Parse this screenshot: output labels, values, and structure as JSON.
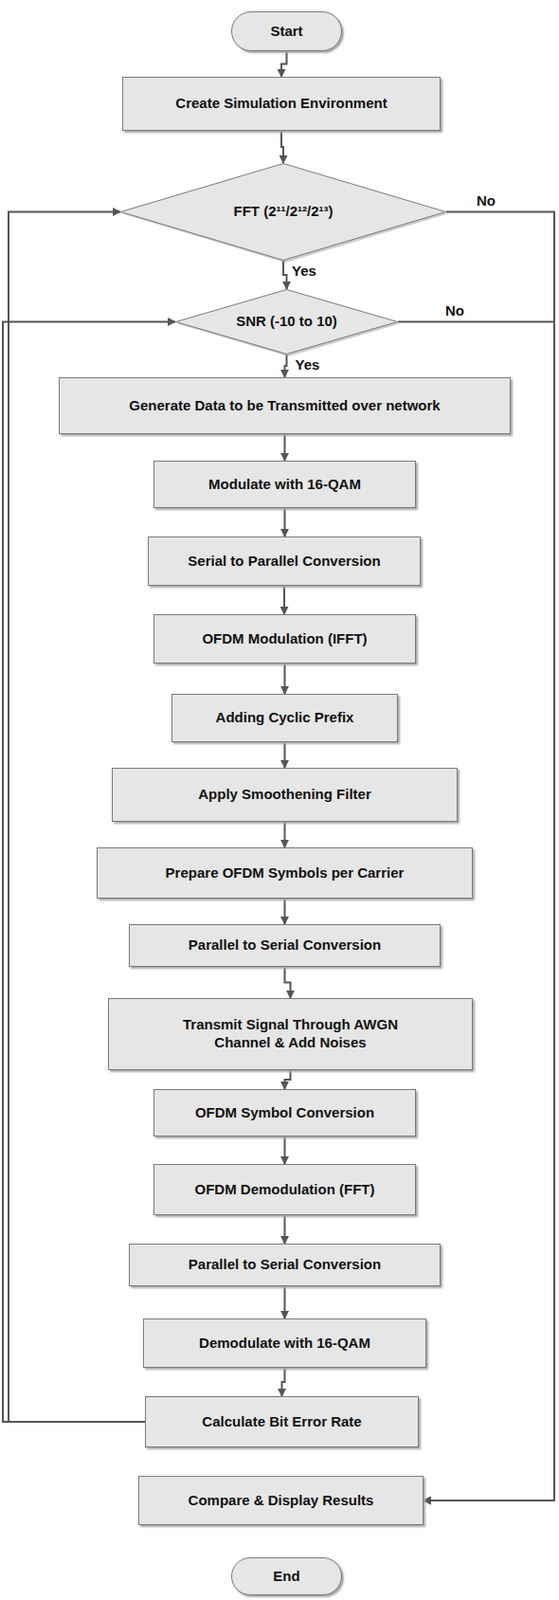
{
  "diagram": {
    "nodes": [
      {
        "text": [
          "Start"
        ]
      },
      {
        "text": [
          "Create Simulation Environment"
        ]
      },
      {
        "text": [
          "FFT (2¹¹/2¹²/2¹³)"
        ]
      },
      {
        "text": [
          "SNR (-10 to 10)"
        ]
      },
      {
        "text": [
          "Generate Data to be Transmitted over network"
        ]
      },
      {
        "text": [
          "Modulate with 16-QAM"
        ]
      },
      {
        "text": [
          "Serial to Parallel Conversion"
        ]
      },
      {
        "text": [
          "OFDM Modulation (IFFT)"
        ]
      },
      {
        "text": [
          "Adding Cyclic Prefix"
        ]
      },
      {
        "text": [
          "Apply Smoothening Filter"
        ]
      },
      {
        "text": [
          "Prepare OFDM Symbols per Carrier"
        ]
      },
      {
        "text": [
          "Parallel to Serial Conversion"
        ]
      },
      {
        "text": [
          "Transmit Signal Through AWGN Channel & Add Noises"
        ]
      },
      {
        "text": [
          "OFDM Symbol Conversion"
        ]
      },
      {
        "text": [
          "OFDM Demodulation (FFT)"
        ]
      },
      {
        "text": [
          "Parallel to Serial Conversion"
        ]
      },
      {
        "text": [
          "Demodulate with 16-QAM"
        ]
      },
      {
        "text": [
          "Calculate Bit Error Rate"
        ]
      },
      {
        "text": [
          "Compare & Display Results"
        ]
      },
      {
        "text": [
          "End"
        ]
      }
    ],
    "edges": [
      {
        "from": 0,
        "to": 1,
        "arrow": "to"
      },
      {
        "from": 1,
        "to": 2,
        "arrow": "to"
      },
      {
        "from": 2,
        "to": 3,
        "label": "Yes",
        "arrow": "to"
      },
      {
        "from": 3,
        "to": 4,
        "label": "Yes",
        "arrow": "to"
      },
      {
        "from": 4,
        "to": 5,
        "arrow": "to"
      },
      {
        "from": 5,
        "to": 6,
        "arrow": "to"
      },
      {
        "from": 6,
        "to": 7,
        "arrow": "to"
      },
      {
        "from": 7,
        "to": 8,
        "arrow": "to"
      },
      {
        "from": 8,
        "to": 9,
        "arrow": "to"
      },
      {
        "from": 9,
        "to": 10,
        "arrow": "to"
      },
      {
        "from": 10,
        "to": 11,
        "arrow": "to"
      },
      {
        "from": 11,
        "to": 12,
        "arrow": "to"
      },
      {
        "from": 12,
        "to": 13,
        "arrow": "to"
      },
      {
        "from": 13,
        "to": 14,
        "arrow": "to"
      },
      {
        "from": 14,
        "to": 15,
        "arrow": "to"
      },
      {
        "from": 15,
        "to": 16,
        "arrow": "to"
      },
      {
        "from": 16,
        "to": 17,
        "arrow": "to"
      },
      {
        "from": 17,
        "to": 2,
        "arrow": "to"
      },
      {
        "from": 17,
        "to": 3,
        "arrow": "to"
      },
      {
        "from": 2,
        "to": 18,
        "label": "No",
        "arrow": "to"
      },
      {
        "from": 3,
        "to": 18,
        "label": "No",
        "arrow": "to"
      }
    ]
  }
}
